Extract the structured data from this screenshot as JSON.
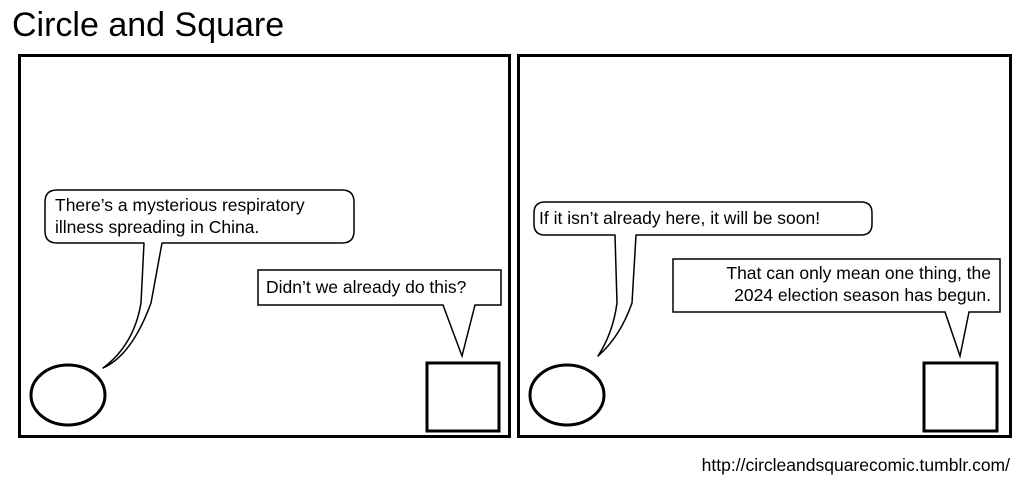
{
  "comic": {
    "title": "Circle and Square",
    "url": "http://circleandsquarecomic.tumblr.com/"
  },
  "panels": [
    {
      "circle_speech": [
        "There’s a mysterious respiratory",
        "illness spreading in China."
      ],
      "square_speech": [
        "Didn’t we already do this?"
      ]
    },
    {
      "circle_speech": [
        "If it isn’t already here, it will be soon!"
      ],
      "square_speech": [
        "That can only mean one thing, the",
        "2024 election season has begun."
      ]
    }
  ]
}
